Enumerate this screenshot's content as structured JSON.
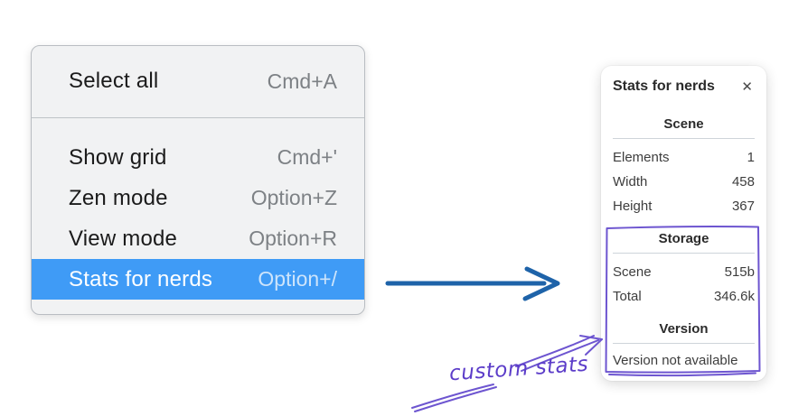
{
  "context_menu": {
    "highlight_color": "#3f9bf6",
    "groups": [
      {
        "items": [
          {
            "label": "Select all",
            "shortcut": "Cmd+A",
            "highlighted": false
          }
        ]
      },
      {
        "items": [
          {
            "label": "Show grid",
            "shortcut": "Cmd+'",
            "highlighted": false
          },
          {
            "label": "Zen mode",
            "shortcut": "Option+Z",
            "highlighted": false
          },
          {
            "label": "View mode",
            "shortcut": "Option+R",
            "highlighted": false
          },
          {
            "label": "Stats for nerds",
            "shortcut": "Option+/",
            "highlighted": true
          }
        ]
      }
    ]
  },
  "flow_arrow": {
    "color": "#1e63a9"
  },
  "stats_panel": {
    "title": "Stats for nerds",
    "close_icon": "✕",
    "sections": [
      {
        "heading": "Scene",
        "rows": [
          [
            "Elements",
            "1"
          ],
          [
            "Width",
            "458"
          ],
          [
            "Height",
            "367"
          ]
        ]
      },
      {
        "heading": "Storage",
        "rows": [
          [
            "Scene",
            "515b"
          ],
          [
            "Total",
            "346.6k"
          ]
        ]
      },
      {
        "heading": "Version",
        "rows": [],
        "note": "Version not available"
      }
    ]
  },
  "annotation": {
    "label": "custom stats",
    "color": "#6d55d0",
    "text_color": "#5c3dc9"
  }
}
